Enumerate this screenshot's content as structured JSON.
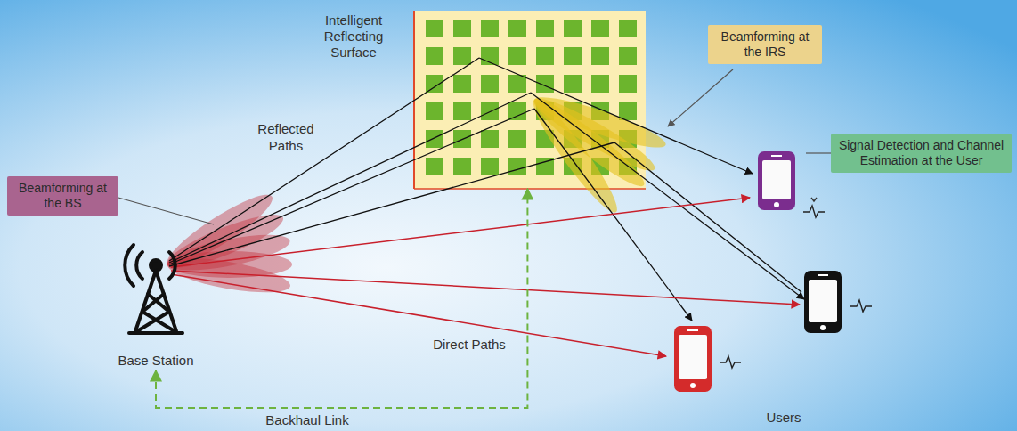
{
  "diagram": {
    "nodes": [
      {
        "text": [
          "Intelligent Reflecting Surface"
        ]
      },
      {
        "text": [
          "Beamforming at the IRS"
        ]
      },
      {
        "text": [
          "Signal Detection and Channel Estimation at the User"
        ]
      },
      {
        "text": [
          "Beamforming at the BS"
        ]
      },
      {
        "text": [
          "Base Station"
        ]
      }
    ],
    "edges": [
      {
        "from": 4,
        "to": 0,
        "arrow": "both",
        "label": "Backhaul Link"
      }
    ],
    "labels": [
      "Reflected Paths",
      "Direct Paths",
      "Users"
    ]
  }
}
